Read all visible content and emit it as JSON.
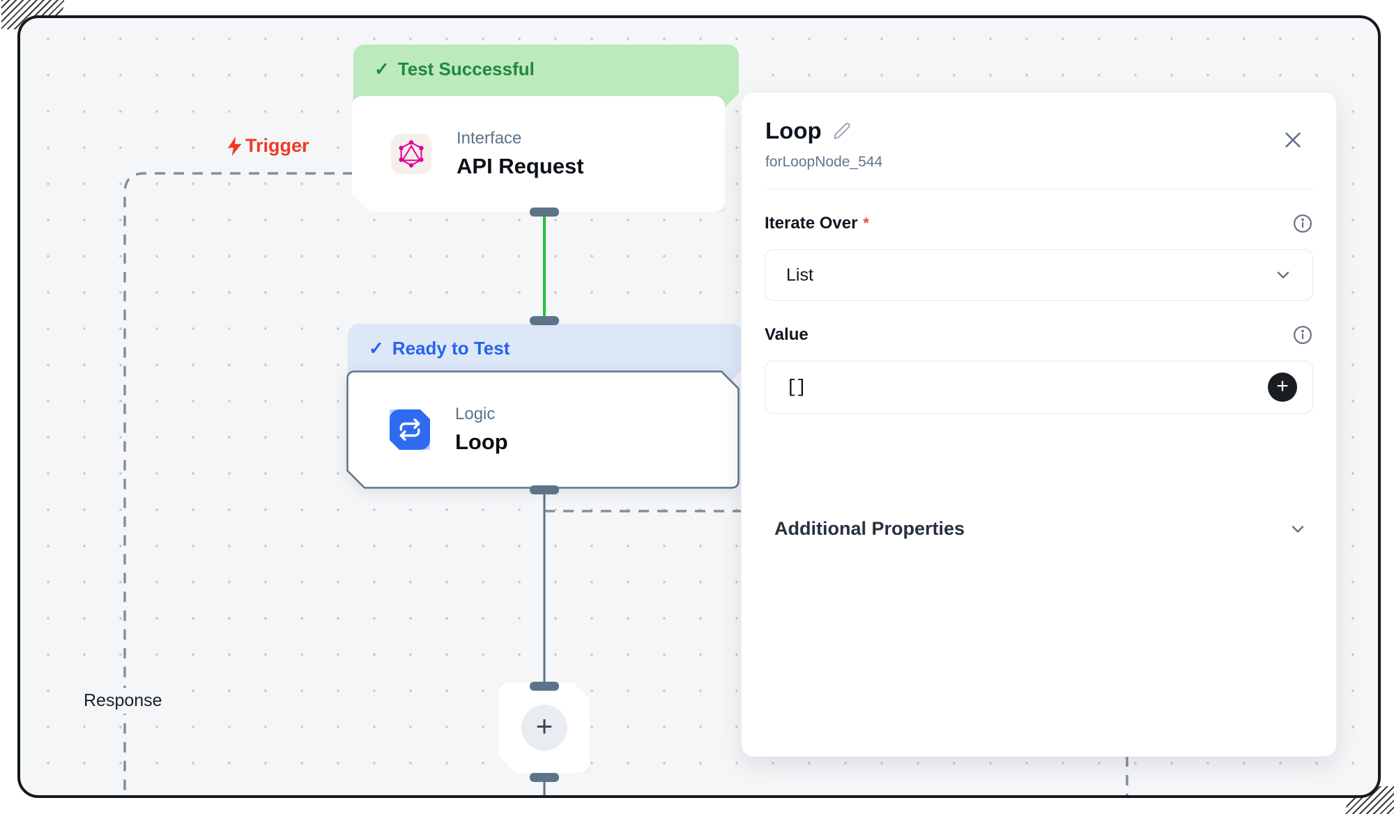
{
  "canvas": {
    "trigger": {
      "label": "Trigger"
    },
    "response": {
      "label": "Response"
    },
    "api_node": {
      "status": "Test Successful",
      "check": "✓",
      "category": "Interface",
      "title": "API Request"
    },
    "loop_node": {
      "status": "Ready to Test",
      "check": "✓",
      "category": "Logic",
      "title": "Loop"
    },
    "add_node": {
      "label": "+"
    }
  },
  "panel": {
    "title": "Loop",
    "node_id": "forLoopNode_544",
    "iterate_over": {
      "label": "Iterate Over",
      "required_mark": "*",
      "value": "List"
    },
    "value_field": {
      "label": "Value",
      "value": "[]",
      "add_label": "+"
    },
    "additional_properties": {
      "label": "Additional Properties"
    }
  },
  "colors": {
    "success_bg": "#bce9bd",
    "success_text": "#1d8a3c",
    "ready_bg": "#dce7f8",
    "ready_text": "#2563eb",
    "trigger_text": "#ee3a24",
    "edge_green": "#26c23d",
    "edge_slate": "#5d7389",
    "loop_icon_bg": "#2e6bf0",
    "graphql_pink": "#e10098",
    "canvas_bg": "#f4f6f8"
  }
}
